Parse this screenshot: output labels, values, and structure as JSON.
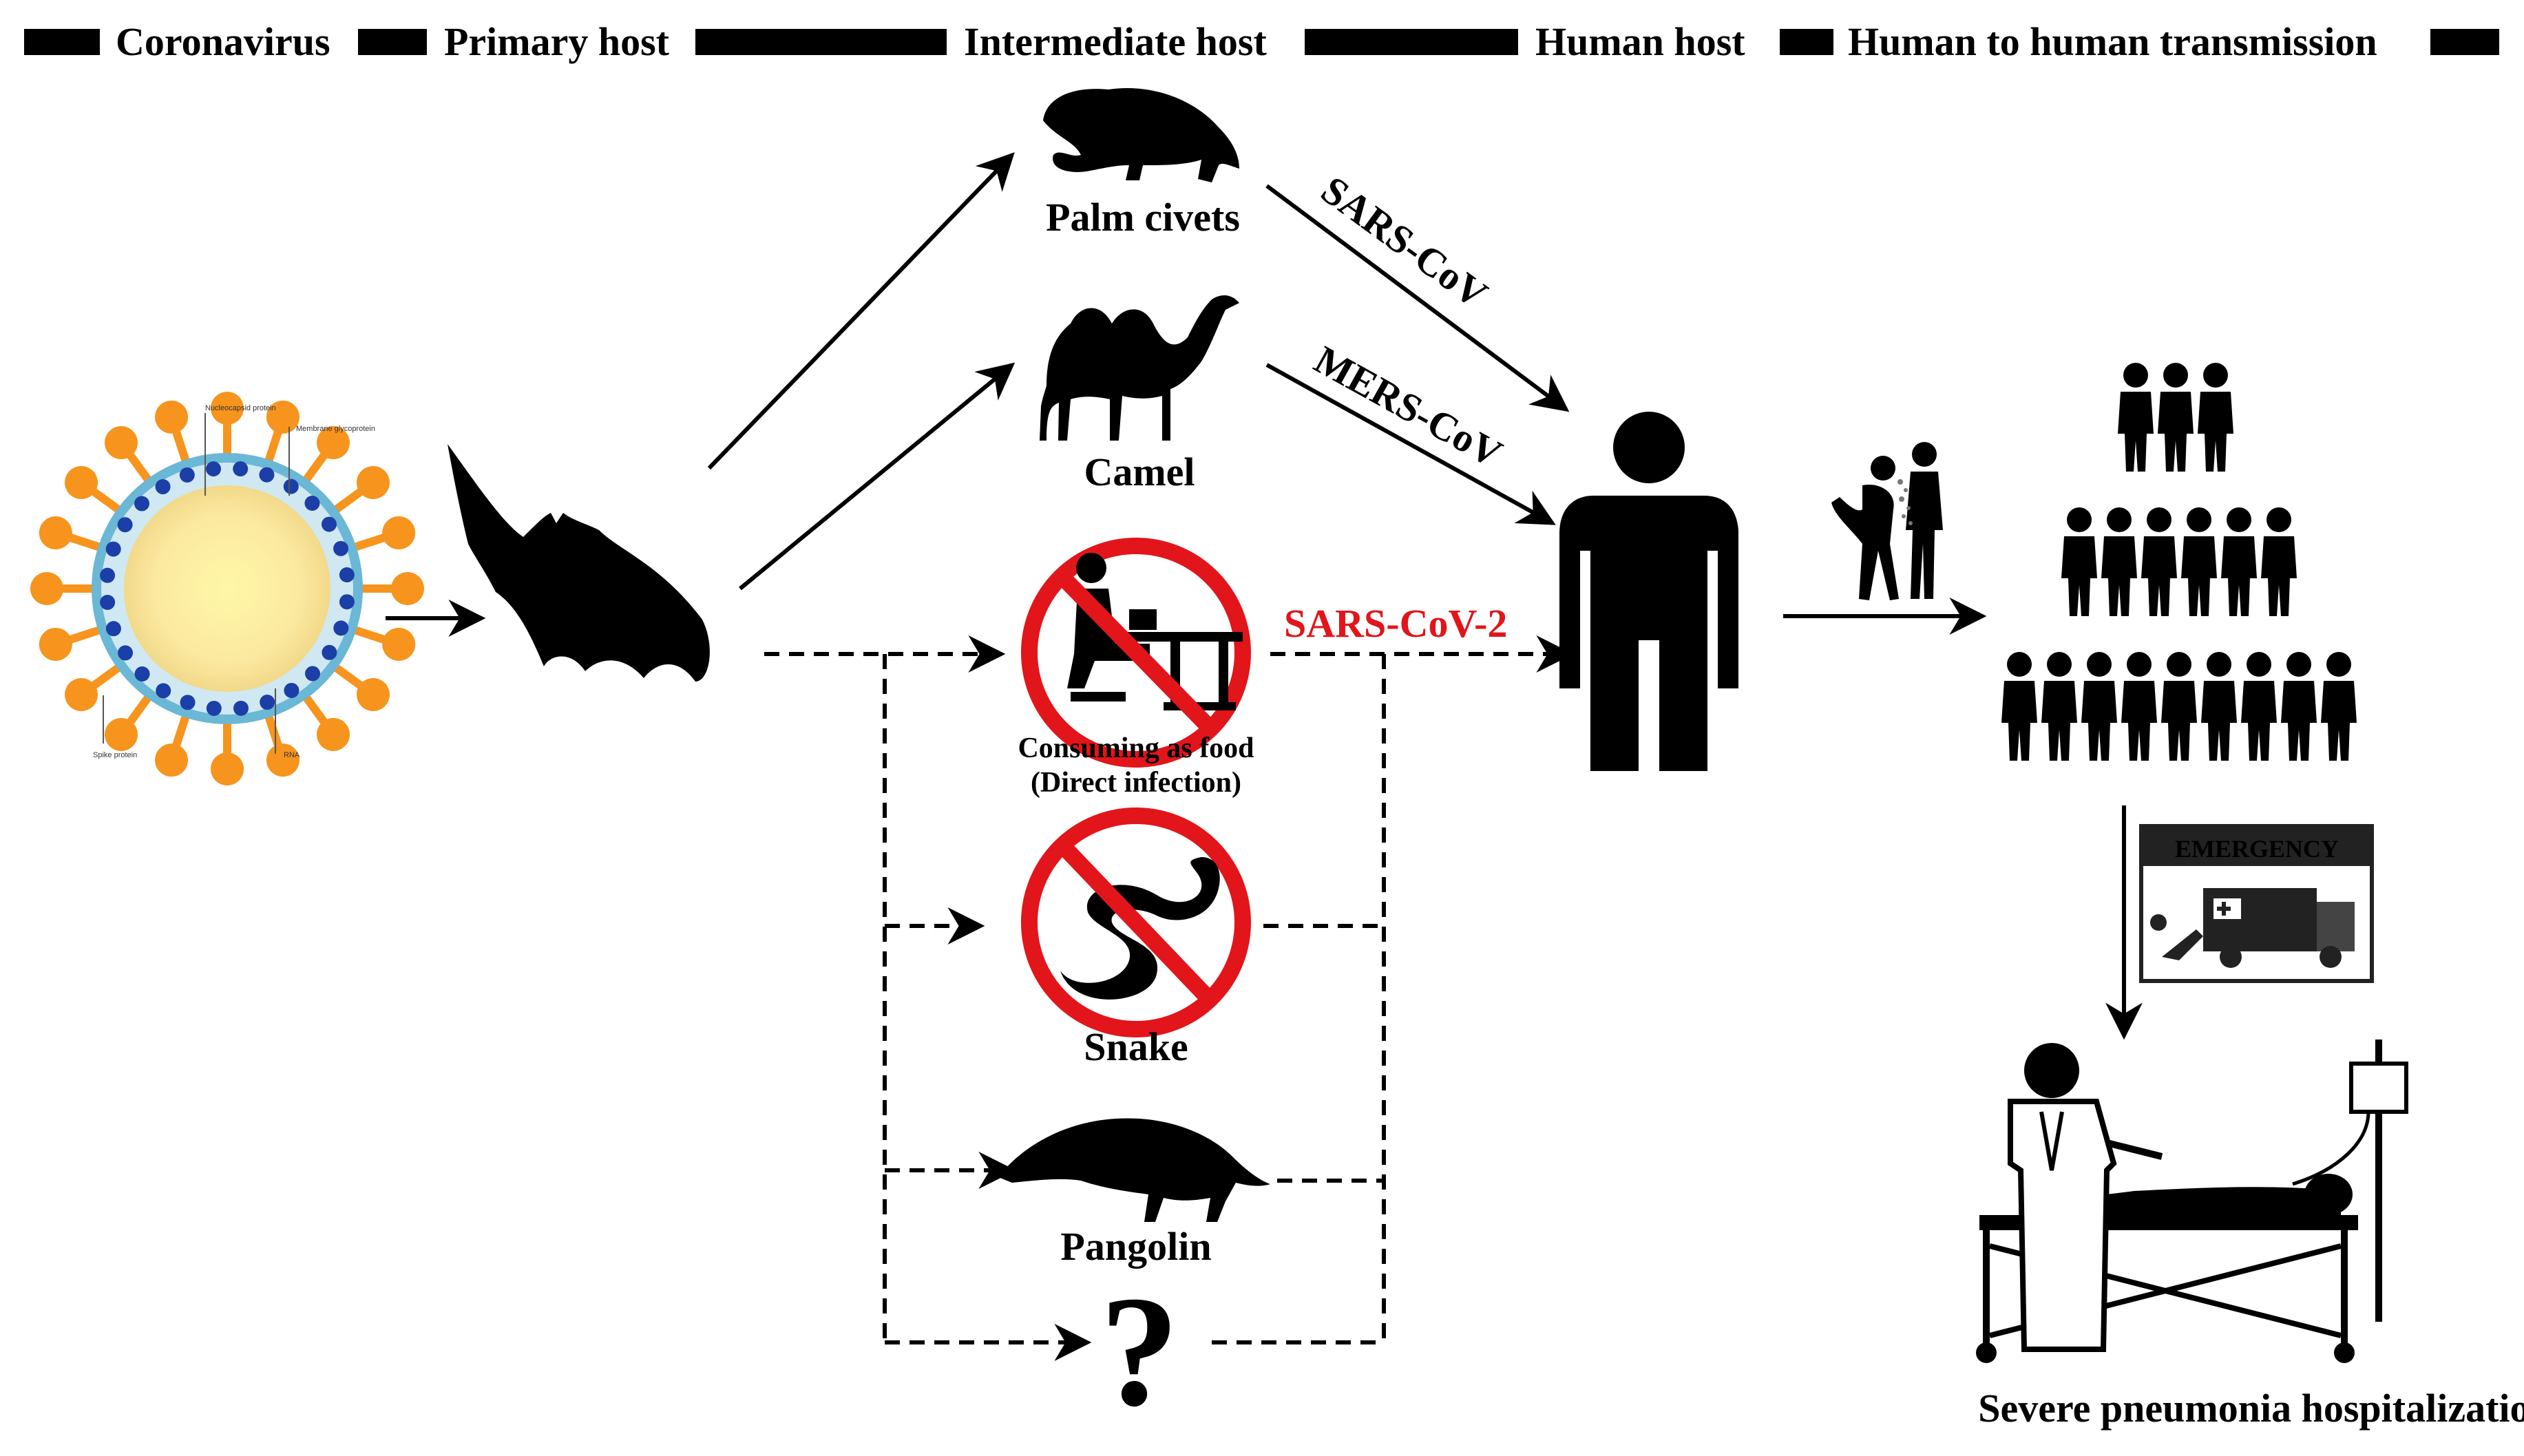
{
  "header": {
    "stages": [
      "Coronavirus",
      "Primary host",
      "Intermediate host",
      "Human host",
      "Human to human transmission"
    ]
  },
  "virus": {
    "labels": [
      "Nucleocapsid protein",
      "Membrane glycoprotein",
      "Spike protein",
      "RNA"
    ]
  },
  "intermediate": {
    "palm_civets": "Palm civets",
    "camel": "Camel",
    "food_line1": "Consuming as food",
    "food_line2": "(Direct infection)",
    "snake": "Snake",
    "pangolin": "Pangolin",
    "unknown": "?"
  },
  "routes": {
    "sars": "SARS-CoV",
    "mers": "MERS-CoV",
    "sars2": "SARS-CoV-2"
  },
  "outcome": {
    "emergency": "EMERGENCY",
    "hospitalization": "Severe pneumonia hospitalization"
  },
  "colors": {
    "accent_red": "#e2151b",
    "virus_orange": "#f7941d",
    "virus_blue": "#1b3fa6"
  }
}
